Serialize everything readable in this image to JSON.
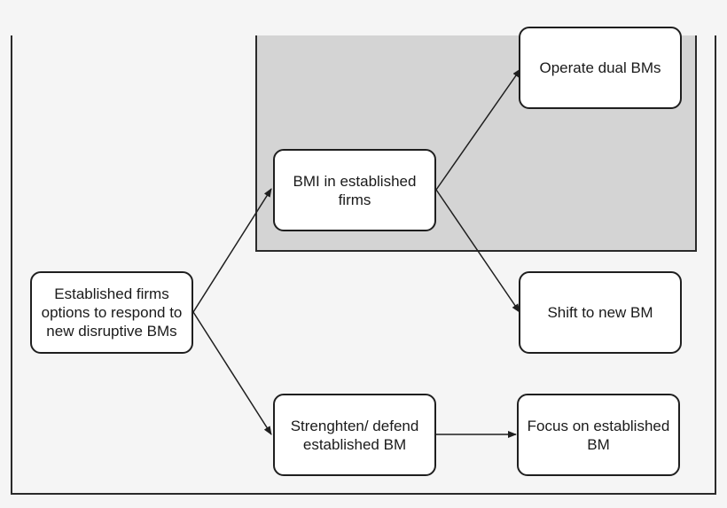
{
  "diagram": {
    "nodes": {
      "established_firms": "Established firms options to respond to new disruptive BMs",
      "bmi": "BMI in established firms",
      "strengthen": "Strenghten/ defend established BM",
      "dual": "Operate dual BMs",
      "shift": "Shift to new BM",
      "focus": "Focus on established BM"
    },
    "edges": [
      {
        "from": "established_firms",
        "to": "bmi"
      },
      {
        "from": "established_firms",
        "to": "strengthen"
      },
      {
        "from": "bmi",
        "to": "dual"
      },
      {
        "from": "bmi",
        "to": "shift"
      },
      {
        "from": "strengthen",
        "to": "focus"
      }
    ],
    "colors": {
      "background": "#f5f5f5",
      "highlight_region": "#d4d4d4",
      "node_fill": "#ffffff",
      "stroke": "#1f1f1f"
    }
  }
}
